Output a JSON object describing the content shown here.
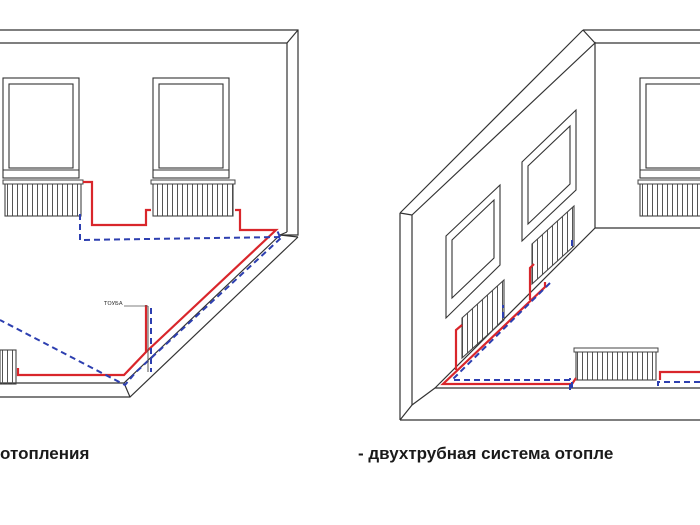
{
  "diagram": {
    "left_label": "ТОУБА",
    "captions": {
      "left": "отопления",
      "right": "- двухтрубная система отопле"
    },
    "colors": {
      "supply": "#d9262b",
      "return": "#2d3fb0",
      "line": "#333333",
      "radiator_stroke": "#444444"
    }
  }
}
